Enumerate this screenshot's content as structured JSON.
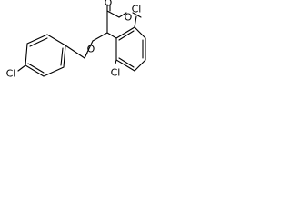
{
  "molecule": {
    "atoms": {
      "o_ester_carbonyl": "O",
      "o_ester_ether": "O",
      "cl_ortho_top": "Cl",
      "cl_ortho_bottom": "Cl",
      "o_ketone": "O",
      "cl_para": "Cl"
    }
  }
}
